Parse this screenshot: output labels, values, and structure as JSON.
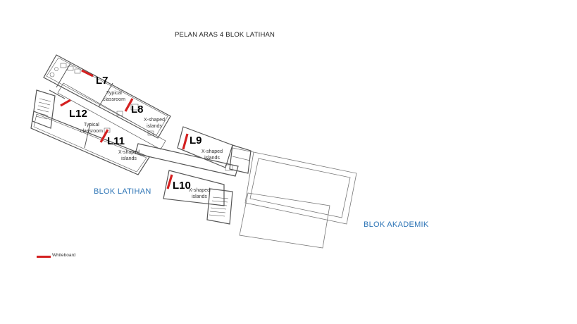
{
  "title": "PELAN ARAS 4 BLOK LATIHAN",
  "blocks": {
    "latihan": "BLOK LATIHAN",
    "akademik": "BLOK AKADEMIK"
  },
  "rooms": {
    "l7": {
      "name": "L7",
      "line1": "Typical",
      "line2": "classroom"
    },
    "l8": {
      "name": "L8",
      "line1": "X-shaped",
      "line2": "islands"
    },
    "l9": {
      "name": "L9",
      "line1": "X-shaped",
      "line2": "islands"
    },
    "l10": {
      "name": "L10",
      "line1": "X-shaped",
      "line2": "islands"
    },
    "l11": {
      "name": "L11",
      "line1": "X-shaped",
      "line2": "islands"
    },
    "l12": {
      "name": "L12",
      "line1": "Typical",
      "line2": "classroom"
    }
  },
  "legend": {
    "whiteboard": "Whiteboard"
  },
  "colors": {
    "whiteboard": "#d42020",
    "block_label": "#2e75b6",
    "walls": "#555555"
  }
}
